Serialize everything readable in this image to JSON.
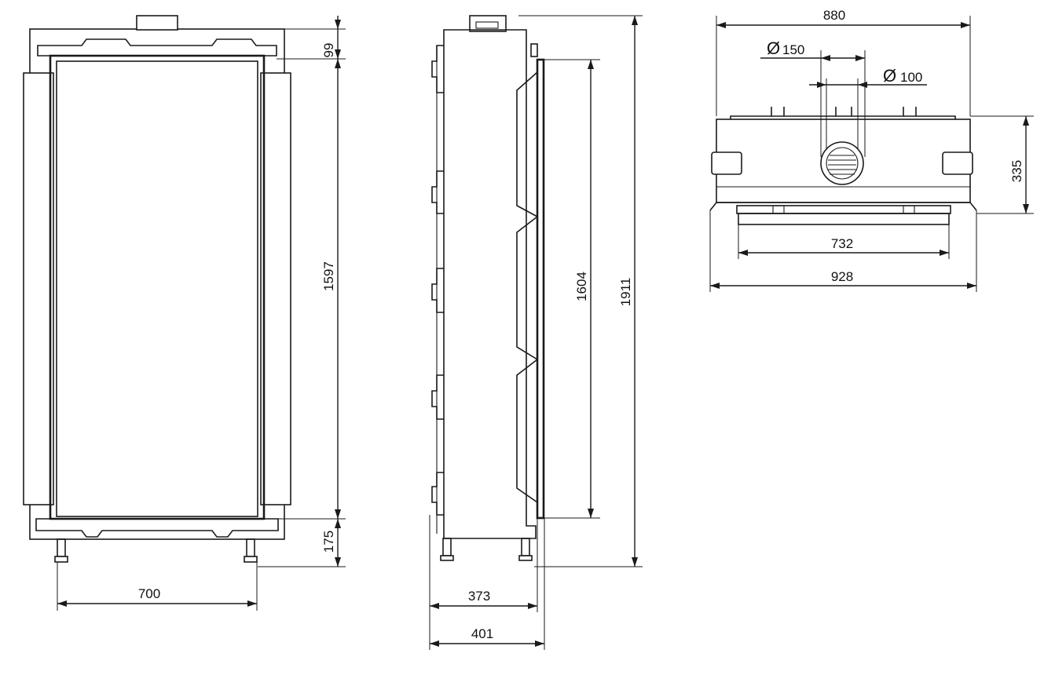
{
  "diagram": {
    "type": "technical-drawing",
    "views": {
      "front": {
        "dimensions": {
          "top_height": "99",
          "glass_height": "1597",
          "base_height": "175",
          "leg_width": "700"
        }
      },
      "side": {
        "dimensions": {
          "glass_height": "1604",
          "total_height": "1911",
          "depth_inner": "373",
          "depth_outer": "401"
        }
      },
      "top": {
        "dimensions": {
          "width_top": "880",
          "flue_outer_label": "150",
          "flue_inner_label": "100",
          "depth": "335",
          "base_inner": "732",
          "base_outer": "928"
        },
        "diameter_symbol": "Ø"
      }
    }
  }
}
